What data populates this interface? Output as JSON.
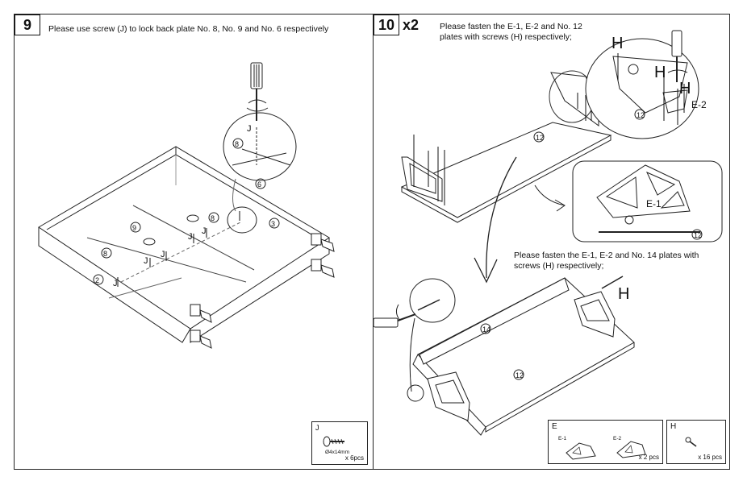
{
  "step9": {
    "number": "9",
    "instruction": "Please use screw (J) to lock back plate No. 8, No. 9 and No. 6 respectively",
    "labels": {
      "plate_2": "2",
      "plate_3": "3",
      "plate_6": "6",
      "plate_8": "8",
      "plate_9": "9",
      "screw_J": "J"
    },
    "parts_box": {
      "letter": "J",
      "size": "Ø4x14mm",
      "quantity": "x 6pcs"
    }
  },
  "step10": {
    "number": "10",
    "multiplier": "x2",
    "instruction_top": "Please fasten the E-1, E-2 and No. 12 plates with screws (H) respectively;",
    "instruction_bottom": "Please fasten the E-1, E-2 and No. 14 plates with screws (H) respectively;",
    "labels": {
      "plate_12": "12",
      "plate_14": "14",
      "bracket_E1": "E-1",
      "bracket_E2": "E-2",
      "screw_H": "H"
    },
    "parts_box_E": {
      "letter": "E",
      "item1": "E-1",
      "item2": "E-2",
      "quantity": "x 2 pcs"
    },
    "parts_box_H": {
      "letter": "H",
      "quantity": "x 16 pcs"
    }
  }
}
